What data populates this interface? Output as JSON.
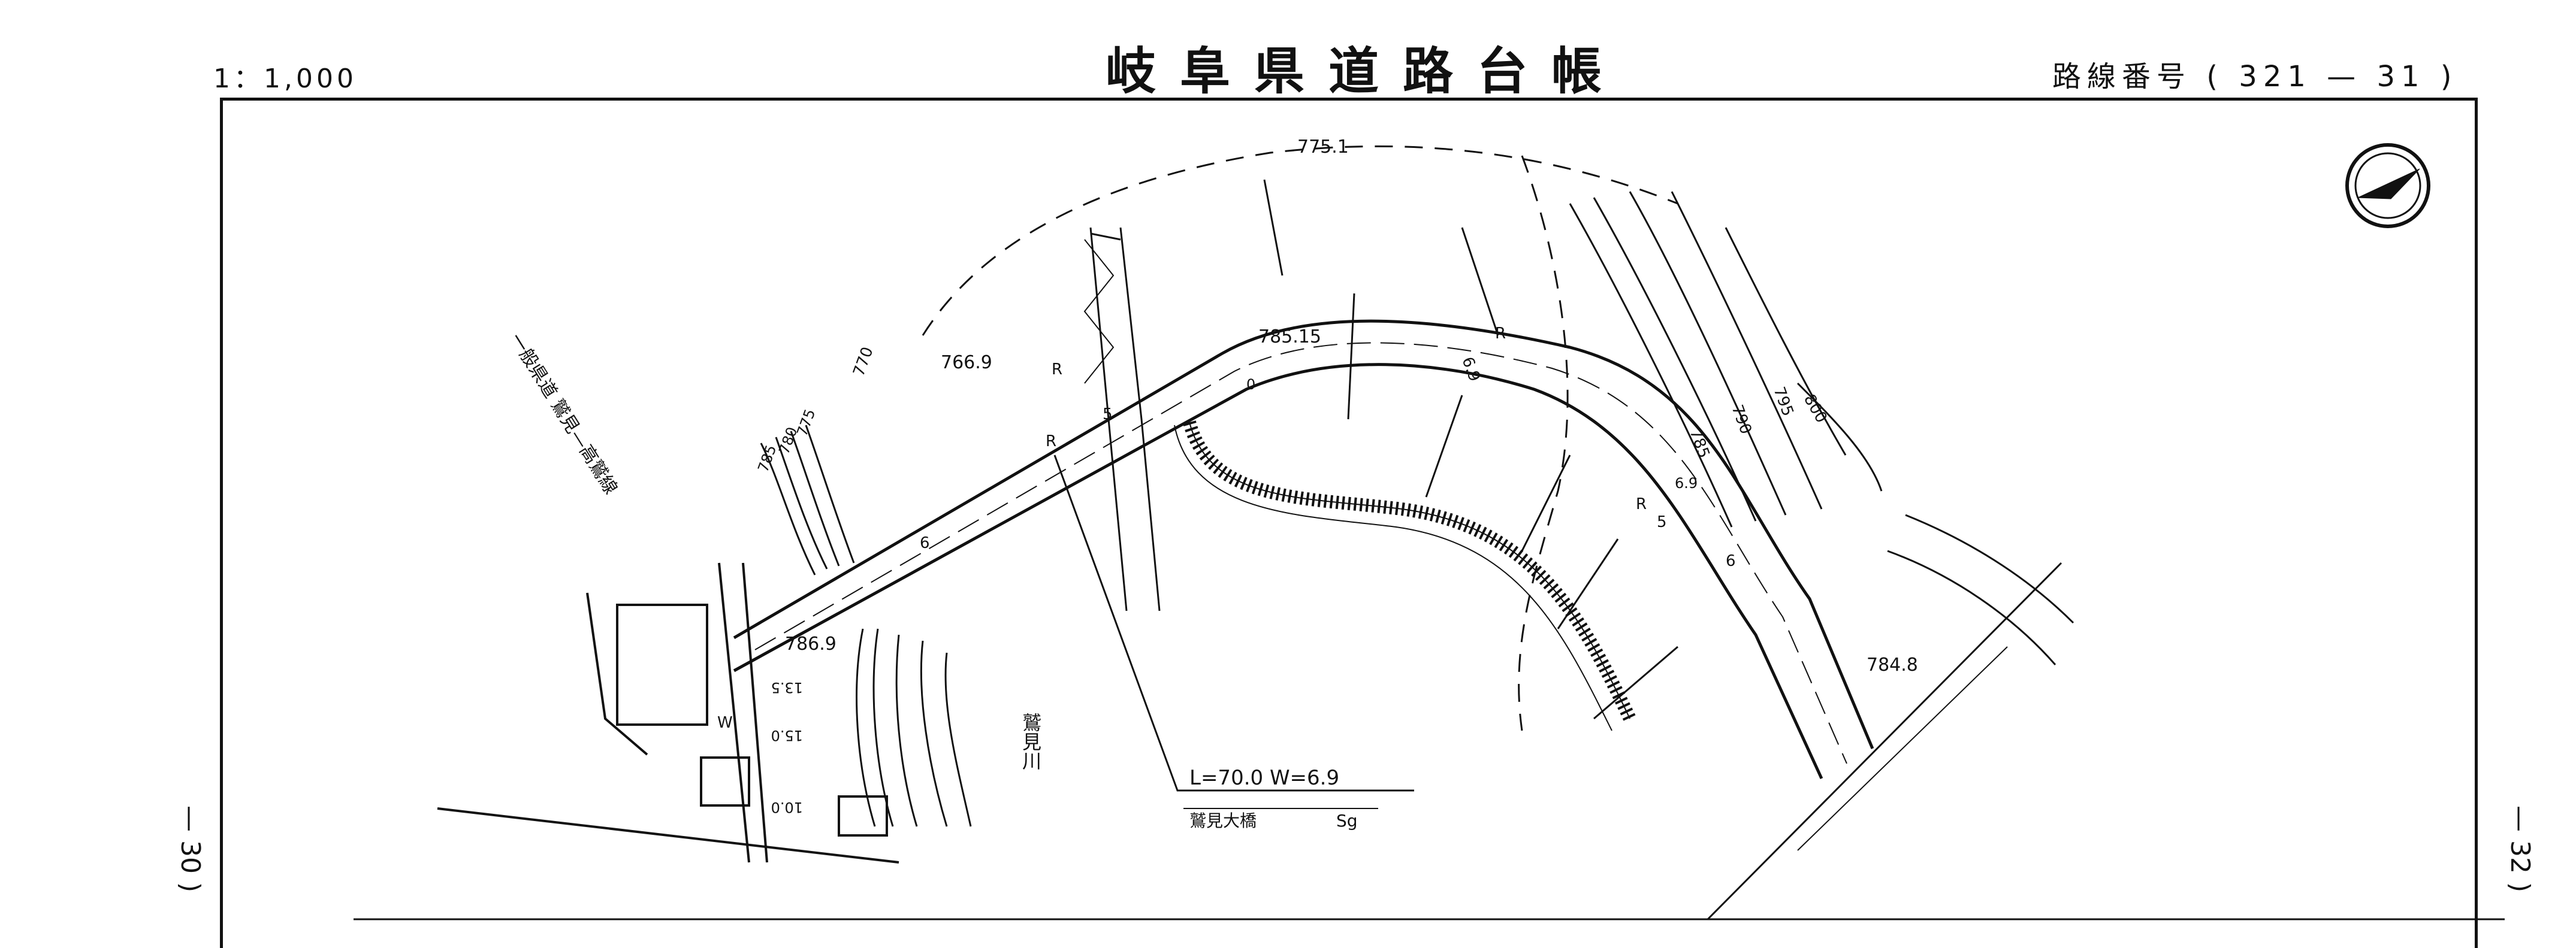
{
  "header": {
    "scale": "1：1,000",
    "title": "岐阜県道路台帳",
    "route_label": "路線番号",
    "route_open": "(",
    "route_number": "321",
    "route_dash": "—",
    "route_sub": "31",
    "route_close": ")"
  },
  "sheet_links": {
    "left": "— 30 )",
    "right": "— 32 )"
  },
  "map": {
    "road_name": "一般県道 鷲見—高鷲線",
    "river_name": "鷲見川",
    "bridge_spec": "L=70.0 W=6.9",
    "bridge_name": "鷲見大橋",
    "bridge_type": "Sg",
    "spot_heights": [
      "775.1",
      "766.9",
      "785.15",
      "786.9",
      "784.8"
    ],
    "contours_left": [
      "770",
      "775",
      "780",
      "785"
    ],
    "contours_right": [
      "785",
      "790",
      "795",
      "800"
    ],
    "road_widths": [
      "6.9",
      "13.5",
      "15.0",
      "10.0"
    ],
    "road_marks": [
      "R",
      "R",
      "R",
      "R",
      "5",
      "6",
      "5",
      "6",
      "6.9",
      "0"
    ],
    "water_mark": "W",
    "compass": "north-arrow-icon"
  }
}
